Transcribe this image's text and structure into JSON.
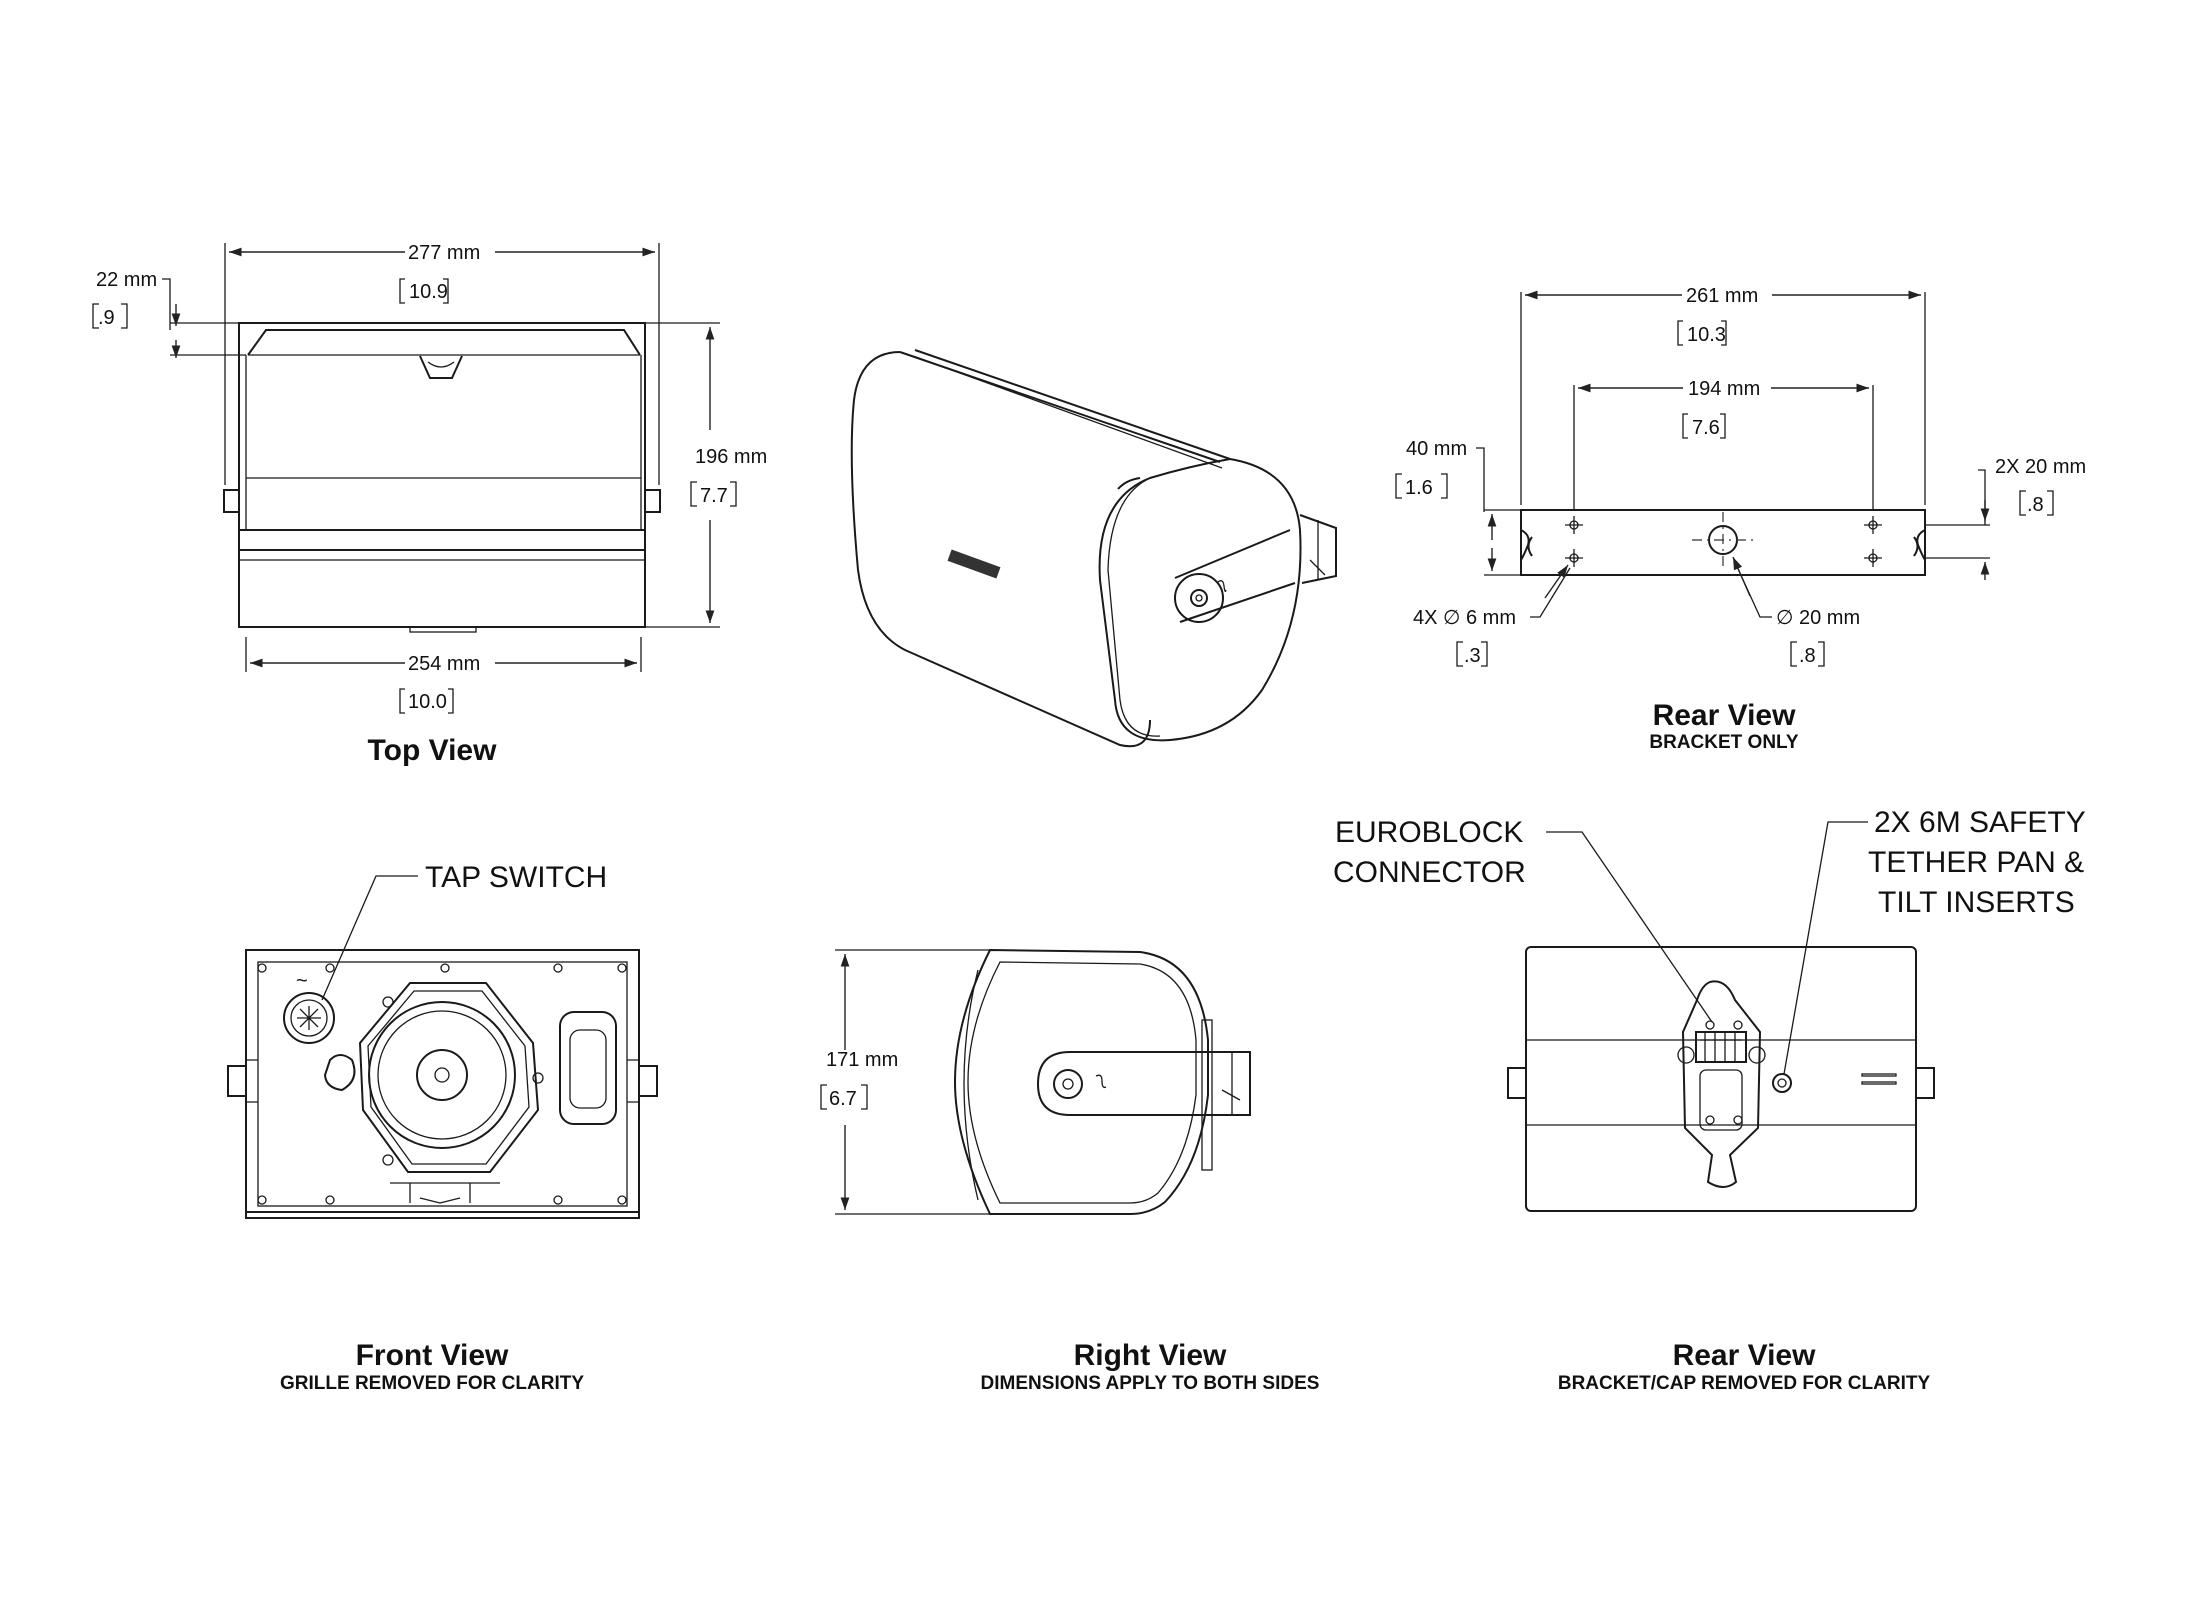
{
  "top_view": {
    "title": "Top View",
    "width_mm": "277 mm",
    "width_in": "10.9",
    "depth_mm": "22 mm",
    "depth_in": ".9",
    "height_mm": "196 mm",
    "height_in": "7.7",
    "base_mm": "254 mm",
    "base_in": "10.0"
  },
  "rear_bracket": {
    "title": "Rear View",
    "subtitle": "BRACKET ONLY",
    "overall_mm": "261 mm",
    "overall_in": "10.3",
    "hole_span_mm": "194 mm",
    "hole_span_in": "7.6",
    "height_mm": "40 mm",
    "height_in": "1.6",
    "slot_mm": "2X 20 mm",
    "slot_in": ".8",
    "holes_mm": "4X ∅ 6 mm",
    "holes_in": ".3",
    "center_mm": "∅ 20 mm",
    "center_in": ".8"
  },
  "front_view": {
    "title": "Front View",
    "subtitle": "GRILLE REMOVED FOR CLARITY",
    "callout": "TAP SWITCH"
  },
  "right_view": {
    "title": "Right View",
    "subtitle": "DIMENSIONS APPLY TO BOTH SIDES",
    "height_mm": "171 mm",
    "height_in": "6.7"
  },
  "rear_view": {
    "title": "Rear View",
    "subtitle": "BRACKET/CAP REMOVED FOR CLARITY",
    "callout_left": [
      "EUROBLOCK",
      "CONNECTOR"
    ],
    "callout_right": [
      "2X 6M SAFETY",
      "TETHER PAN &",
      "TILT INSERTS"
    ]
  },
  "colors": {
    "line": "#1a1a1a",
    "background": "#ffffff"
  }
}
